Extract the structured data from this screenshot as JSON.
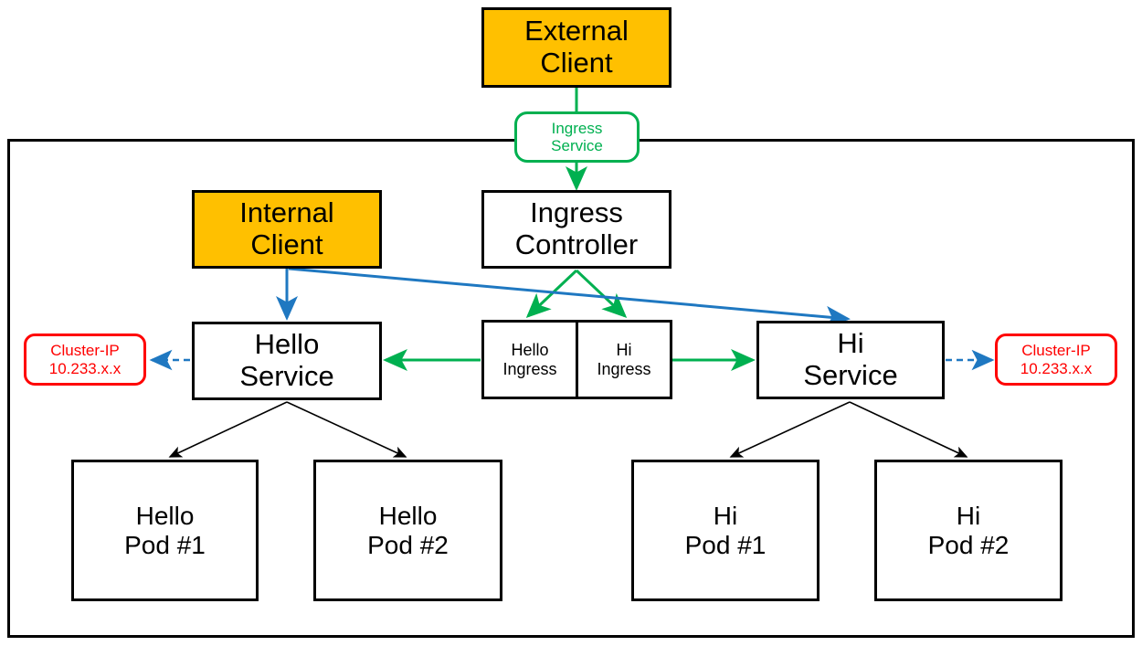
{
  "diagram": {
    "title": "Kubernetes Ingress Routing Diagram",
    "type": "architecture-diagram",
    "colors": {
      "client_fill": "#FFC000",
      "box_stroke": "#000000",
      "ingress_green": "#00B050",
      "cluster_ip_red": "#FF0000",
      "internal_blue": "#1F78C1",
      "background": "#FFFFFF"
    },
    "nodes": {
      "external_client": {
        "label": "External\nClient",
        "line1": "External",
        "line2": "Client"
      },
      "ingress_service": {
        "label": "Ingress\nService",
        "line1": "Ingress",
        "line2": "Service"
      },
      "internal_client": {
        "label": "Internal\nClient",
        "line1": "Internal",
        "line2": "Client"
      },
      "ingress_controller": {
        "label": "Ingress\nController",
        "line1": "Ingress",
        "line2": "Controller"
      },
      "hello_service": {
        "label": "Hello\nService",
        "line1": "Hello",
        "line2": "Service"
      },
      "hi_service": {
        "label": "Hi\nService",
        "line1": "Hi",
        "line2": "Service"
      },
      "hello_ingress": {
        "label": "Hello\nIngress",
        "line1": "Hello",
        "line2": "Ingress"
      },
      "hi_ingress": {
        "label": "Hi\nIngress",
        "line1": "Hi",
        "line2": "Ingress"
      },
      "cluster_ip_left": {
        "line1": "Cluster-IP",
        "line2": "10.233.x.x"
      },
      "cluster_ip_right": {
        "line1": "Cluster-IP",
        "line2": "10.233.x.x"
      },
      "hello_pod_1": {
        "line1": "Hello",
        "line2": "Pod #1"
      },
      "hello_pod_2": {
        "line1": "Hello",
        "line2": "Pod #2"
      },
      "hi_pod_1": {
        "line1": "Hi",
        "line2": "Pod #1"
      },
      "hi_pod_2": {
        "line1": "Hi",
        "line2": "Pod #2"
      }
    },
    "edges": [
      {
        "from": "external_client",
        "to": "ingress_service",
        "color": "#00B050",
        "style": "solid"
      },
      {
        "from": "ingress_service",
        "to": "ingress_controller",
        "color": "#00B050",
        "style": "arrow"
      },
      {
        "from": "ingress_controller",
        "to": "hello_ingress",
        "color": "#00B050",
        "style": "arrow"
      },
      {
        "from": "ingress_controller",
        "to": "hi_ingress",
        "color": "#00B050",
        "style": "arrow"
      },
      {
        "from": "hello_ingress",
        "to": "hello_service",
        "color": "#00B050",
        "style": "arrow"
      },
      {
        "from": "hi_ingress",
        "to": "hi_service",
        "color": "#00B050",
        "style": "arrow"
      },
      {
        "from": "internal_client",
        "to": "hello_service",
        "color": "#1F78C1",
        "style": "arrow"
      },
      {
        "from": "internal_client",
        "to": "hi_service",
        "color": "#1F78C1",
        "style": "arrow"
      },
      {
        "from": "hello_service",
        "to": "cluster_ip_left",
        "color": "#1F78C1",
        "style": "dashed-arrow"
      },
      {
        "from": "hi_service",
        "to": "cluster_ip_right",
        "color": "#1F78C1",
        "style": "dashed-arrow"
      },
      {
        "from": "hello_service",
        "to": "hello_pod_1",
        "color": "#000000",
        "style": "arrow"
      },
      {
        "from": "hello_service",
        "to": "hello_pod_2",
        "color": "#000000",
        "style": "arrow"
      },
      {
        "from": "hi_service",
        "to": "hi_pod_1",
        "color": "#000000",
        "style": "arrow"
      },
      {
        "from": "hi_service",
        "to": "hi_pod_2",
        "color": "#000000",
        "style": "arrow"
      }
    ]
  }
}
